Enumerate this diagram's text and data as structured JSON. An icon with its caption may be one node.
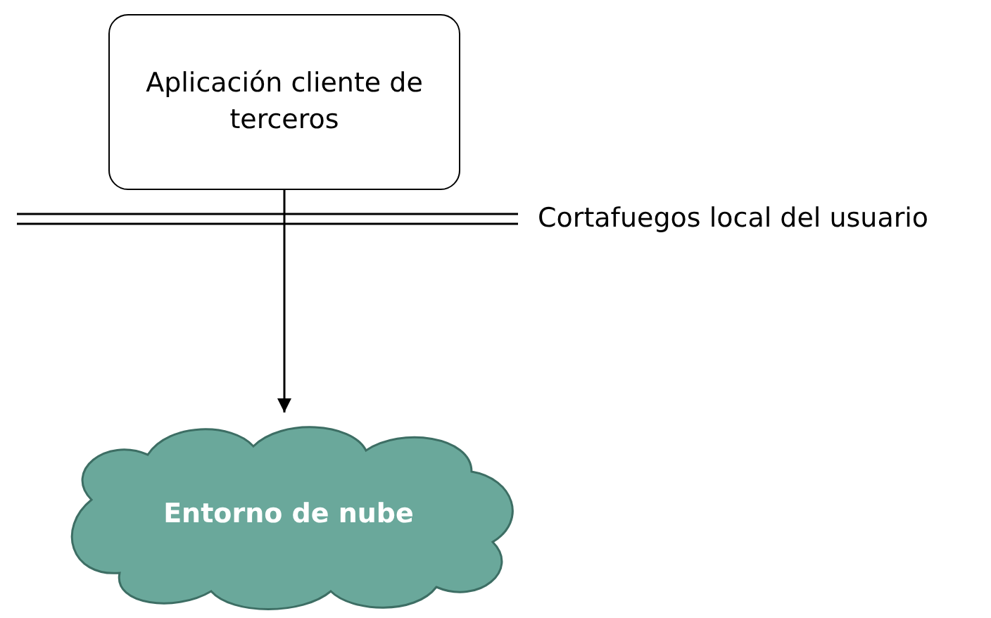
{
  "diagram": {
    "nodes": [
      {
        "text": [
          "Aplicación cliente de terceros"
        ]
      },
      {
        "text": [
          "Entorno de nube"
        ]
      }
    ],
    "edges": [
      {
        "from": 0,
        "to": 1,
        "arrow": "to"
      }
    ],
    "labels": [
      "Cortafuegos local del usuario"
    ]
  }
}
